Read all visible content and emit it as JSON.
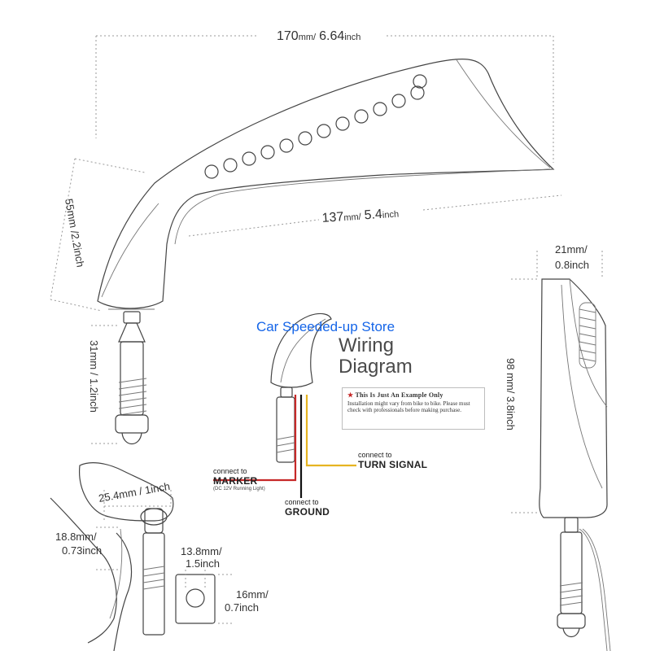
{
  "store_name": "Car Speeded-up Store",
  "dimensions": {
    "total_length": {
      "value": "170",
      "mm": "mm/",
      "inch": "6.64",
      "inch_unit": "inch"
    },
    "inner_length": {
      "value": "137",
      "mm": "mm/",
      "inch": "5.4",
      "inch_unit": "inch"
    },
    "height": {
      "text": "55mm /2.2inch"
    },
    "stem_length": {
      "text": "31mm / 1.2inch"
    },
    "side_width": {
      "line1": "21mm/",
      "line2": "0.8inch"
    },
    "side_height": {
      "text": "98 mm/ 3.8inch"
    },
    "mount_length": {
      "text": "25.4mm / 1inch"
    },
    "mount_width": {
      "line1": "18.8mm/",
      "line2": "0.73inch"
    },
    "hole_diameter": {
      "line1": "13.8mm/",
      "line2": "1.5inch"
    },
    "plate_size": {
      "line1": "16mm/",
      "line2": "0.7inch"
    }
  },
  "wiring": {
    "title_line1": "Wiring",
    "title_line2": "Diagram",
    "note_heading": "This Is Just An Example Only",
    "note_body": "Installation might vary from bike to bike. Please must check with professionals before making purchase.",
    "marker": {
      "prefix": "connect to",
      "label": "MARKER",
      "sub": "(DC 12V Running Light)"
    },
    "ground": {
      "prefix": "connect to",
      "label": "GROUND"
    },
    "turn": {
      "prefix": "connect to",
      "label": "TURN SIGNAL"
    }
  },
  "colors": {
    "store_text": "#1565e8",
    "wire_red": "#c62828",
    "wire_black": "#111111",
    "wire_yellow": "#e6b422",
    "note_star": "#c62828"
  },
  "icons": [
    "led-mirror-icon",
    "mounting-bolt-icon",
    "warning-star-icon"
  ]
}
